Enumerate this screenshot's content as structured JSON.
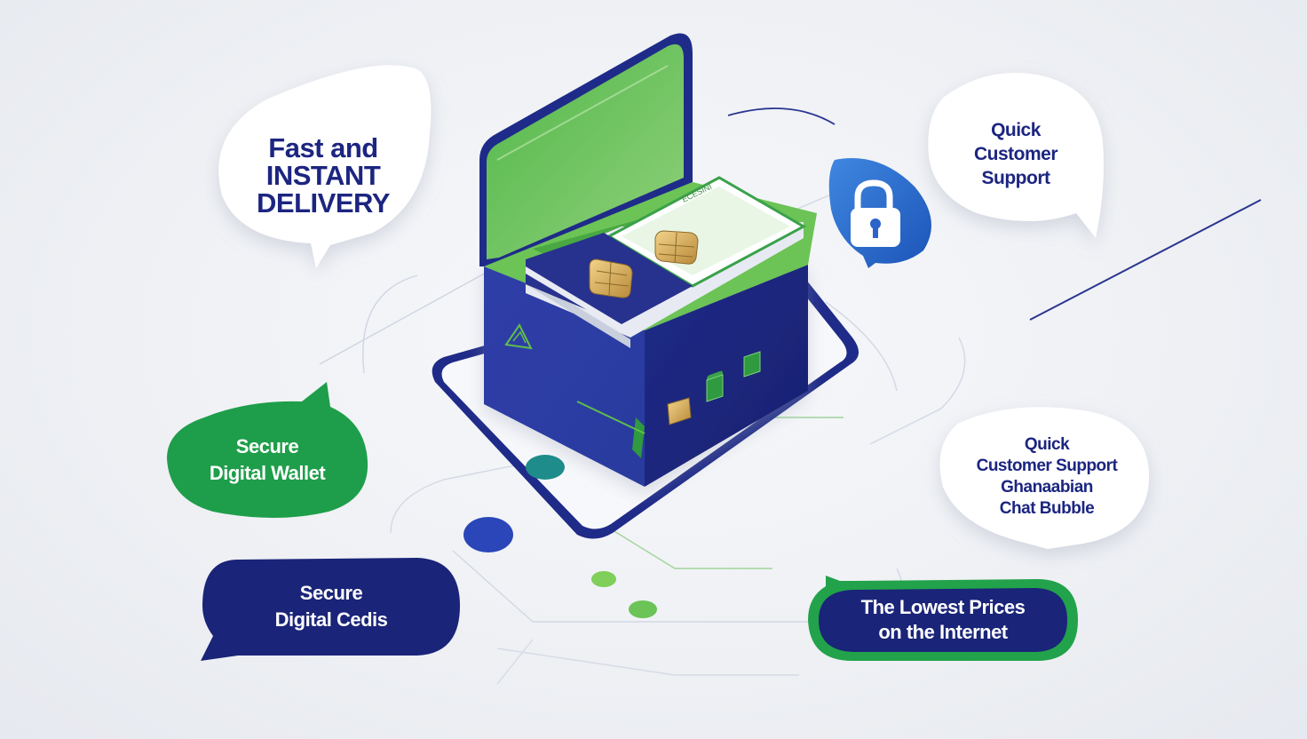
{
  "bubbles": {
    "fast_delivery": {
      "lines": [
        "Fast and",
        "INSTANT",
        "DELIVERY"
      ]
    },
    "quick_support_top": {
      "lines": [
        "Quick",
        "Customer",
        "Support"
      ]
    },
    "quick_support_bottom": {
      "lines": [
        "Quick",
        "Customer Support",
        "Ghanaabian",
        "Chat Bubble"
      ]
    },
    "secure_wallet": {
      "lines": [
        "Secure",
        "Digital Wallet"
      ]
    },
    "secure_cedis": {
      "lines": [
        "Secure",
        "Digital Cedis"
      ]
    },
    "lowest_prices": {
      "lines": [
        "The Lowest Prices",
        "on the Internet"
      ]
    }
  },
  "icons": {
    "lock": "lock-icon",
    "sim_chip": "sim-chip-icon",
    "logo_mark": "triangle-logo-icon"
  },
  "colors": {
    "navy": "#232f8f",
    "navy_dark": "#1a2478",
    "green": "#5fbf4a",
    "green_bright": "#1aa34a",
    "text_navy": "#1c2580",
    "background": "#eef0f4"
  }
}
